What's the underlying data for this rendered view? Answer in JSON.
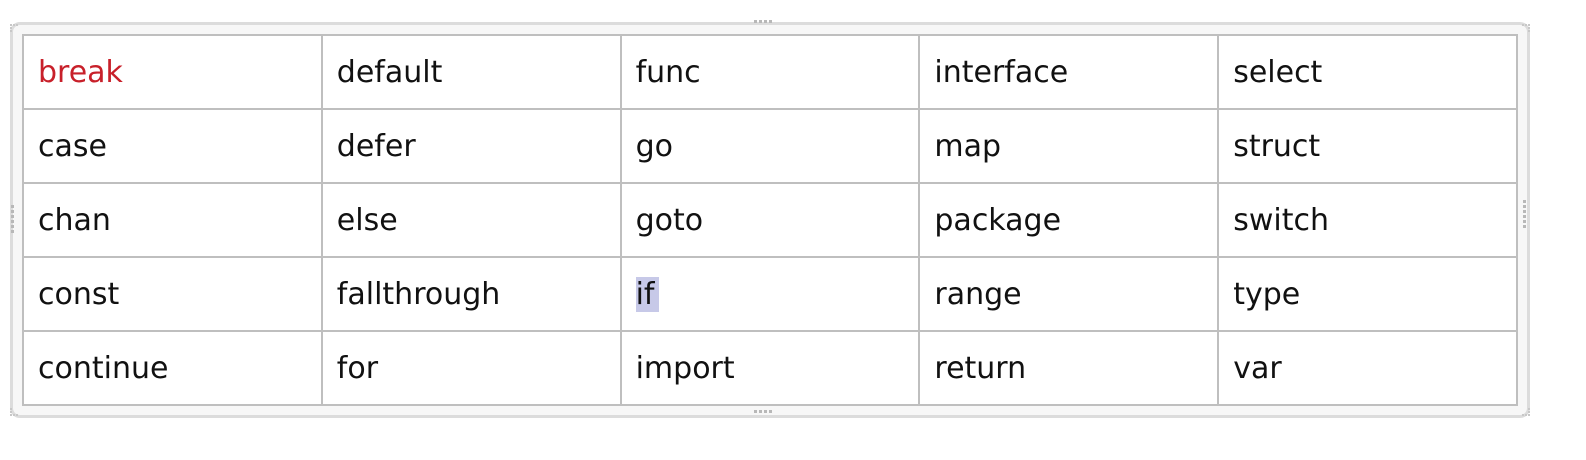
{
  "keywords_table": {
    "rows": [
      [
        "break",
        "default",
        "func",
        "interface",
        "select"
      ],
      [
        "case",
        "defer",
        "go",
        "map",
        "struct"
      ],
      [
        "chan",
        "else",
        "goto",
        "package",
        "switch"
      ],
      [
        "const",
        "fallthrough",
        "if",
        "range",
        "type"
      ],
      [
        "continue",
        "for",
        "import",
        "return",
        "var"
      ]
    ],
    "highlighted_red_cell": "break",
    "text_selected_cell": "if"
  },
  "colors": {
    "text": "#111111",
    "red_text": "#c8202a",
    "selection": "#c7c9e8",
    "grid_line": "#bfbfbf"
  }
}
